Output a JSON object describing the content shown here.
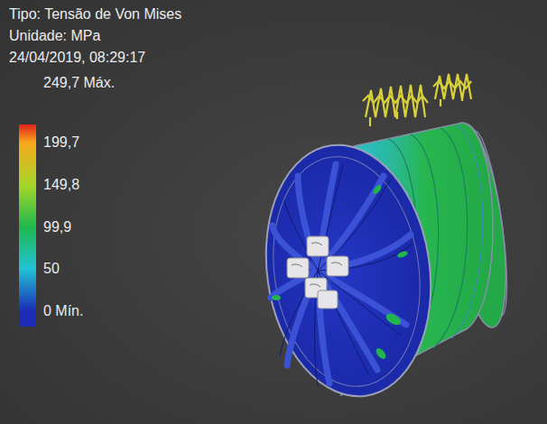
{
  "diagram": {
    "labels": [
      "Tipo: Tensão de Von Mises",
      "Unidade: MPa",
      "24/04/2019, 08:29:17"
    ],
    "legend": [
      {
        "text": "249,7 Máx.",
        "color": "#e3221c"
      },
      {
        "text": "199,7",
        "color": "#f7a81b"
      },
      {
        "text": "149,8",
        "color": "#a6d62a"
      },
      {
        "text": "99,9",
        "color": "#1eb84e"
      },
      {
        "text": "50",
        "color": "#22c3d6"
      },
      {
        "text": "0 Mín.",
        "color": "#1b2bb5"
      }
    ]
  }
}
